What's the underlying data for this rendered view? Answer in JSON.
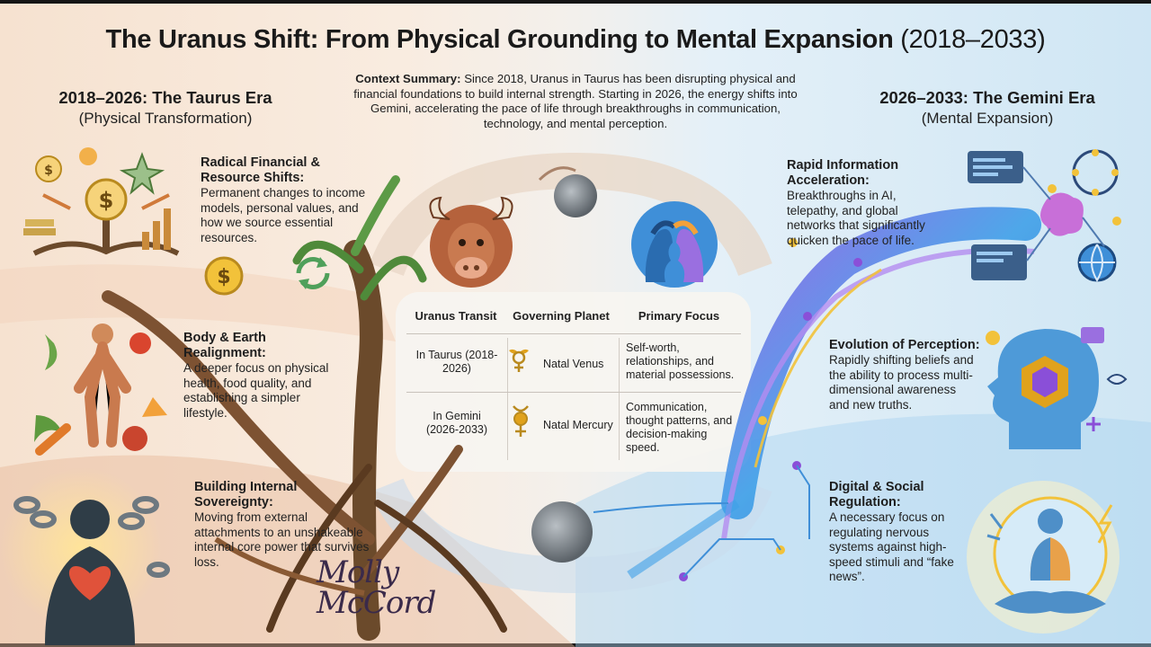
{
  "title": {
    "main": "The Uranus Shift: From Physical Grounding to Mental Expansion",
    "years": "(2018–2033)"
  },
  "summary": {
    "label": "Context Summary:",
    "text": "Since 2018, Uranus in Taurus has been disrupting physical and financial foundations to build internal strength. Starting in 2026, the energy shifts into Gemini, accelerating the pace of life through breakthroughs in communication, technology, and mental perception."
  },
  "taurus": {
    "title": "2018–2026: The Taurus Era",
    "subtitle": "(Physical Transformation)",
    "items": [
      {
        "title": "Radical Financial & Resource Shifts:",
        "body": "Permanent changes to income models, personal values, and how we source essential resources."
      },
      {
        "title": "Body & Earth Realignment:",
        "body": "A deeper focus on physical health, food quality, and establishing a simpler lifestyle."
      },
      {
        "title": "Building Internal Sovereignty:",
        "body": "Moving from external attachments to an unshakeable internal core power that survives loss."
      }
    ]
  },
  "gemini": {
    "title": "2026–2033: The Gemini Era",
    "subtitle": "(Mental Expansion)",
    "items": [
      {
        "title": "Rapid Information Acceleration:",
        "body": "Breakthroughs in AI, telepathy, and global networks that significantly quicken the pace of life."
      },
      {
        "title": "Evolution of Perception:",
        "body": "Rapidly shifting beliefs and the ability to process multi-dimensional awareness and new truths."
      },
      {
        "title": "Digital & Social Regulation:",
        "body": "A necessary focus on regulating nervous systems against high-speed stimuli and “fake news”."
      }
    ]
  },
  "table": {
    "headers": [
      "Uranus Transit",
      "Governing Planet",
      "Primary Focus"
    ],
    "rows": [
      {
        "transit": "In Taurus (2018-2026)",
        "planet": "Natal Venus",
        "focus": "Self-worth, relationships, and material possessions."
      },
      {
        "transit": "In Gemini (2026-2033)",
        "planet": "Natal Mercury",
        "focus": "Communication, thought patterns, and decision-making speed."
      }
    ]
  },
  "signature": "Molly McCord",
  "colors": {
    "taurus_accent": "#b86a45",
    "gemini_accent": "#3a8fd0",
    "gold": "#e0a21c",
    "purple": "#8a4fd8"
  },
  "icons": [
    "venus-glyph-icon",
    "mercury-glyph-icon",
    "bull-icon",
    "twins-icon",
    "dollar-icon",
    "chains-icon",
    "brain-network-icon",
    "head-eye-icon",
    "meditation-icon"
  ]
}
